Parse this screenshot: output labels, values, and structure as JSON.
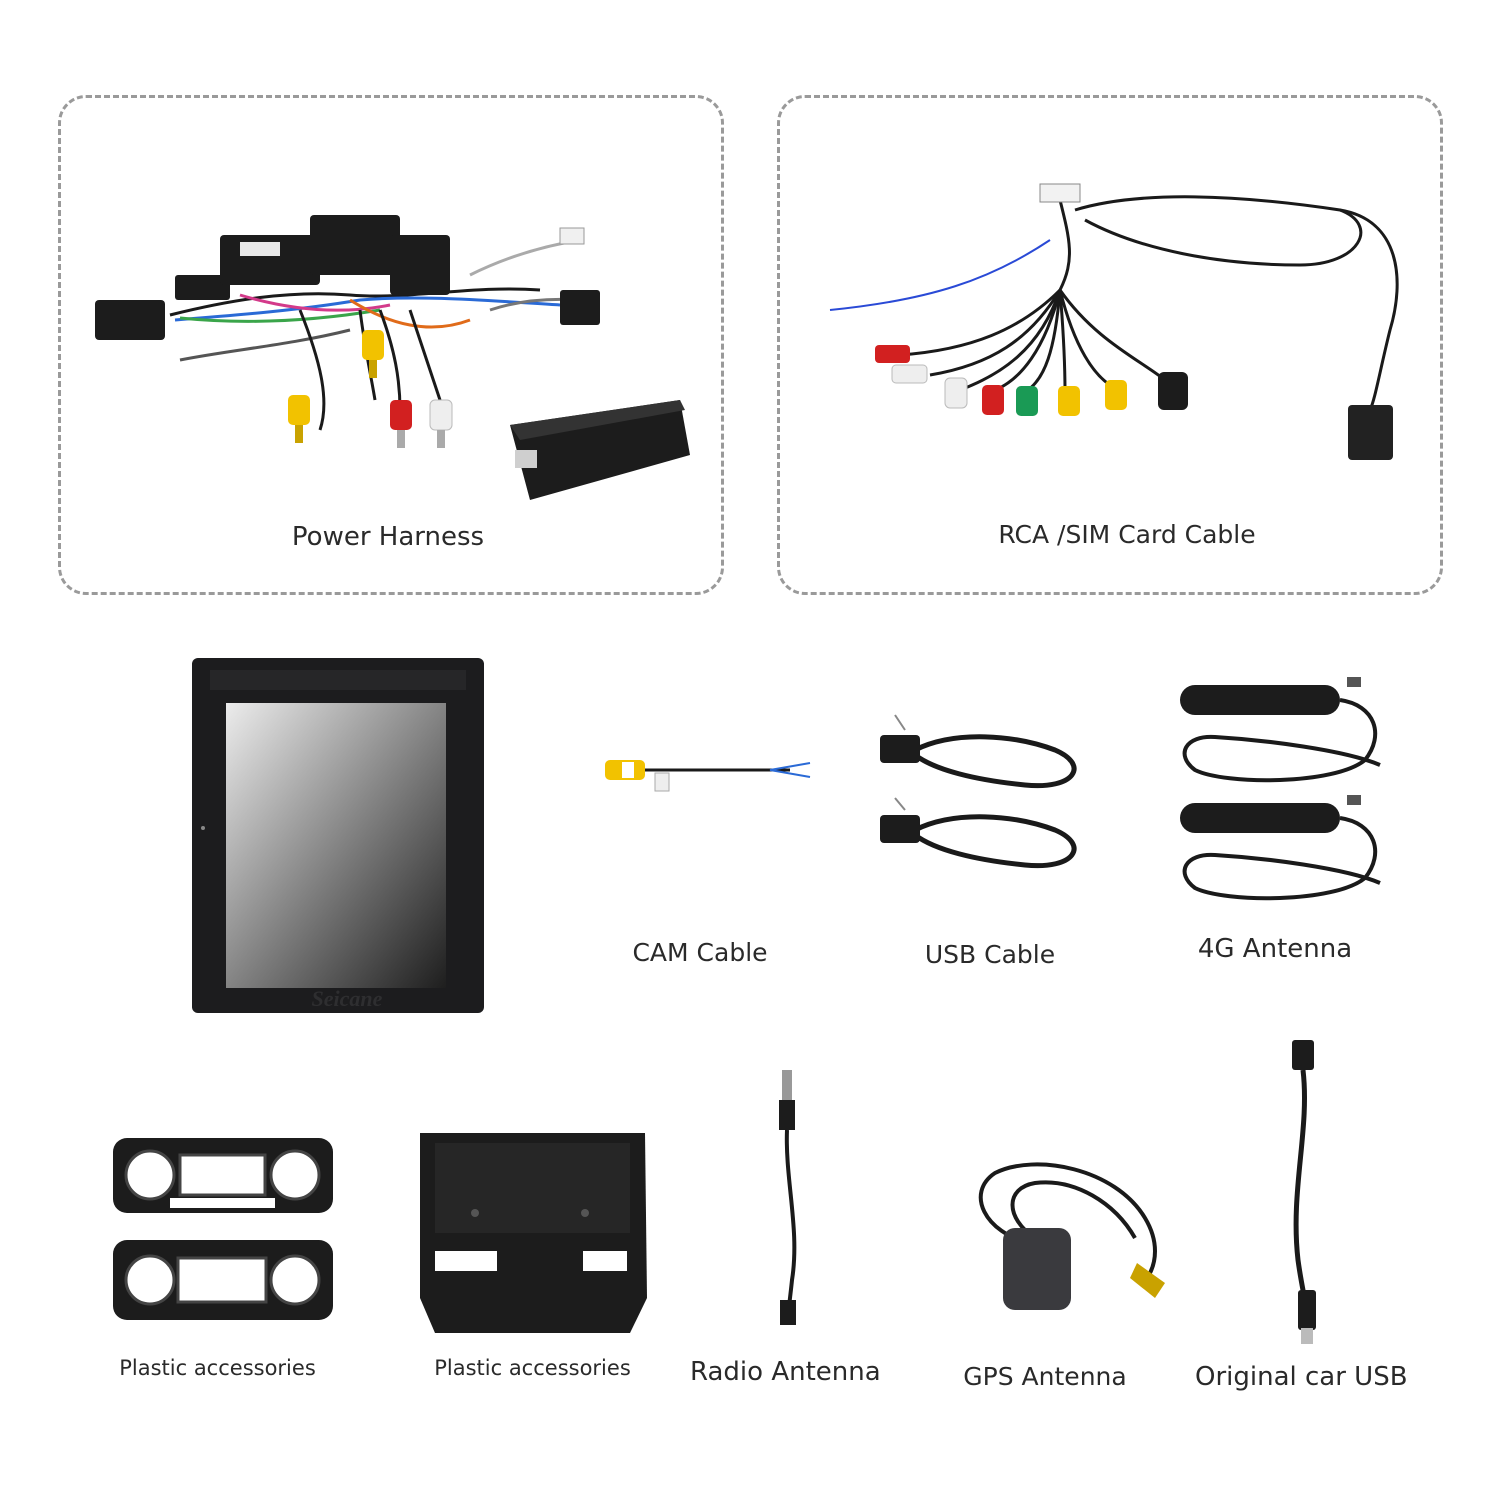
{
  "accessories": {
    "power_harness": "Power Harness",
    "rca_sim_cable": "RCA /SIM Card Cable",
    "cam_cable": "CAM Cable",
    "usb_cable": "USB Cable",
    "antenna_4g": "4G Antenna",
    "plastic_1": "Plastic accessories",
    "plastic_2": "Plastic accessories",
    "radio_antenna": "Radio Antenna",
    "gps_antenna": "GPS Antenna",
    "original_usb": "Original car USB"
  },
  "head_unit": {
    "brand": "Seicane"
  },
  "colors": {
    "border": "#9a9a9a",
    "text": "#2a2a2a",
    "device": "#1c1c1e",
    "rca_red": "#d22020",
    "rca_yellow": "#f2c200",
    "rca_white": "#eeeeee",
    "rca_green": "#1a9a55"
  }
}
